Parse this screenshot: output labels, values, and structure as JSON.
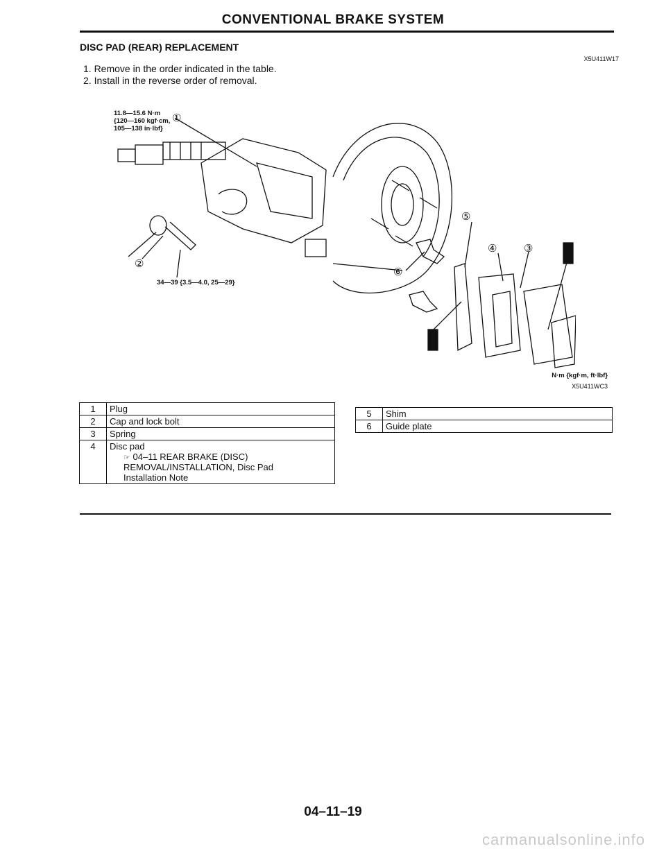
{
  "header": {
    "title": "CONVENTIONAL BRAKE SYSTEM"
  },
  "section": {
    "title": "DISC PAD (REAR) REPLACEMENT",
    "code": "X5U411W17"
  },
  "steps": [
    "1. Remove in the order indicated in the table.",
    "2. Install in the reverse order of removal."
  ],
  "figure": {
    "torque_top": [
      "11.8—15.6 N·m",
      "{120—160 kgf·cm,",
      "105—138 in·lbf}"
    ],
    "torque_bottom": "34—39 {3.5—4.0, 25—29}",
    "unit_label": "N·m {kgf·m, ft·lbf}",
    "figure_code": "X5U411WC3",
    "callouts": [
      "①",
      "②",
      "③",
      "④",
      "⑤",
      "⑥"
    ]
  },
  "parts_left": [
    {
      "num": "1",
      "name": "Plug"
    },
    {
      "num": "2",
      "name": "Cap and lock bolt"
    },
    {
      "num": "3",
      "name": "Spring"
    },
    {
      "num": "4",
      "name": "Disc pad",
      "note_icon": "reference-icon",
      "note_symbol": "☞",
      "note_lines": [
        "04–11 REAR BRAKE (DISC)",
        "REMOVAL/INSTALLATION, Disc Pad",
        "Installation Note"
      ]
    }
  ],
  "parts_right": [
    {
      "num": "5",
      "name": "Shim"
    },
    {
      "num": "6",
      "name": "Guide plate"
    }
  ],
  "footer": {
    "page_number": "04–11–19",
    "watermark": "carmanualsonline.info"
  }
}
